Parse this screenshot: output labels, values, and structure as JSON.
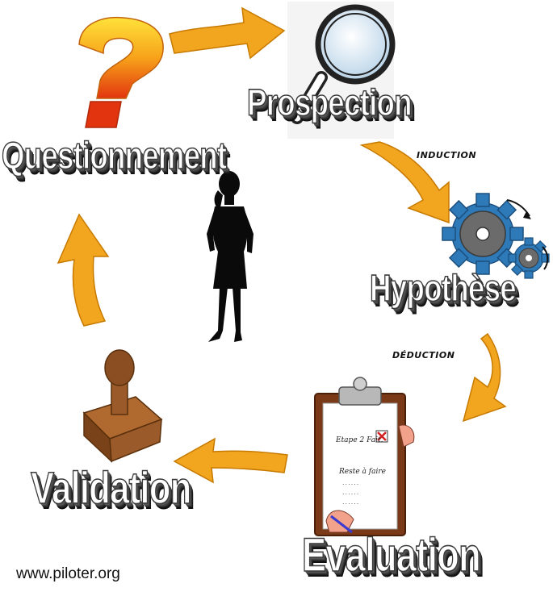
{
  "steps": {
    "questionnement": "Questionnement",
    "prospection": "Prospection",
    "hypothese": "Hypothèse",
    "evaluation": "Evaluation",
    "validation": "Validation"
  },
  "transitions": {
    "induction": "INDUCTION",
    "deduction": "DÉDUCTION"
  },
  "clipboard": {
    "line1": "Etape 2  Fait.",
    "line2": "Reste à faire",
    "dots": "......"
  },
  "footer": {
    "url": "www.piloter.org"
  },
  "icons": [
    "question-mark-icon",
    "magnifier-icon",
    "gears-icon",
    "clipboard-icon",
    "stamp-icon",
    "person-silhouette-icon"
  ],
  "colors": {
    "arrow": "#f2a51e",
    "arrow_dark": "#c77a00",
    "gear": "#2e79b8",
    "gear_dark": "#5a5a5a",
    "question": "#f7a21a",
    "stamp": "#9a5a2a"
  }
}
